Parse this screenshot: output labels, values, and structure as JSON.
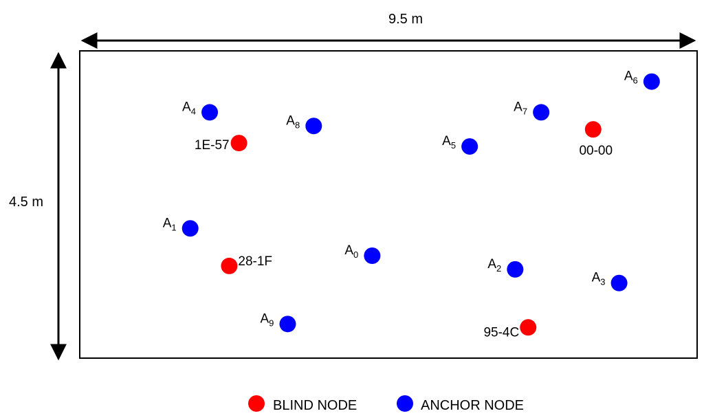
{
  "dimensions": {
    "width_label": "9.5 m",
    "height_label": "4.5 m"
  },
  "colors": {
    "blind": "#ff0000",
    "anchor": "#0000ff",
    "line": "#000000"
  },
  "anchors": [
    {
      "letter": "A",
      "sub": "0",
      "x": 4.5,
      "y": 3.0
    },
    {
      "letter": "A",
      "sub": "1",
      "x": 1.7,
      "y": 2.6
    },
    {
      "letter": "A",
      "sub": "2",
      "x": 6.7,
      "y": 3.2
    },
    {
      "letter": "A",
      "sub": "3",
      "x": 8.3,
      "y": 3.4
    },
    {
      "letter": "A",
      "sub": "4",
      "x": 2.0,
      "y": 0.9
    },
    {
      "letter": "A",
      "sub": "5",
      "x": 6.0,
      "y": 1.4
    },
    {
      "letter": "A",
      "sub": "6",
      "x": 8.8,
      "y": 0.45
    },
    {
      "letter": "A",
      "sub": "7",
      "x": 7.1,
      "y": 0.9
    },
    {
      "letter": "A",
      "sub": "8",
      "x": 3.6,
      "y": 1.1
    },
    {
      "letter": "A",
      "sub": "9",
      "x": 3.2,
      "y": 4.0
    }
  ],
  "blind_nodes": [
    {
      "label": "1E-57",
      "x": 2.45,
      "y": 1.35
    },
    {
      "label": "00-00",
      "x": 7.9,
      "y": 1.15
    },
    {
      "label": "28-1F",
      "x": 2.3,
      "y": 3.15
    },
    {
      "label": "95-4C",
      "x": 6.9,
      "y": 4.05
    }
  ],
  "legend": [
    {
      "label": "BLIND NODE",
      "kind": "blind"
    },
    {
      "label": "ANCHOR NODE",
      "kind": "anchor"
    }
  ]
}
